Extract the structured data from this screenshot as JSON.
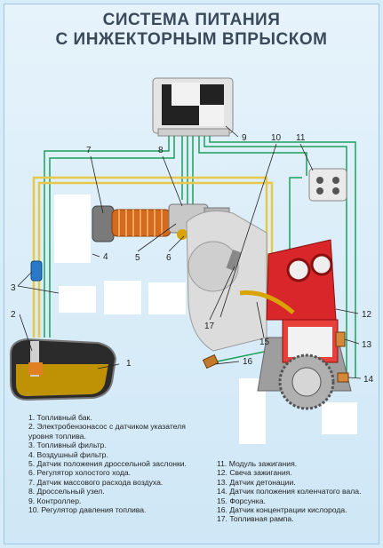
{
  "title": {
    "line1": "СИСТЕМА ПИТАНИЯ",
    "line2": "С ИНЖЕКТОРНЫМ ВПРЫСКОМ"
  },
  "callouts": [
    "1",
    "2",
    "3",
    "4",
    "5",
    "6",
    "7",
    "8",
    "9",
    "10",
    "11",
    "12",
    "13",
    "14",
    "15",
    "16",
    "17"
  ],
  "legend_left": [
    "1. Топливный бак.",
    "2. Электробензонасос с датчиком указателя уровня топлива.",
    "3. Топливный фильтр.",
    "4. Воздушный фильтр.",
    "5. Датчик положения дроссельной заслонки.",
    "6. Регулятор холостого хода.",
    "7. Датчик массового расхода воздуха.",
    "8. Дроссельный узел.",
    "9. Контроллер.",
    "10. Регулятор давления топлива."
  ],
  "legend_right": [
    "11. Модуль зажигания.",
    "12. Свеча зажигания.",
    "13. Датчик детонации.",
    "14. Датчик положения коленчатого вала.",
    "15. Форсунка.",
    "16. Датчик концентрации кислорода.",
    "17. Топливная рампа."
  ],
  "colors": {
    "wire": "#1aa05a",
    "fuel_line": "#e8c84a",
    "fuel": "#d9a400",
    "engine_red": "#d8262a",
    "background": "#d6ecf8"
  }
}
